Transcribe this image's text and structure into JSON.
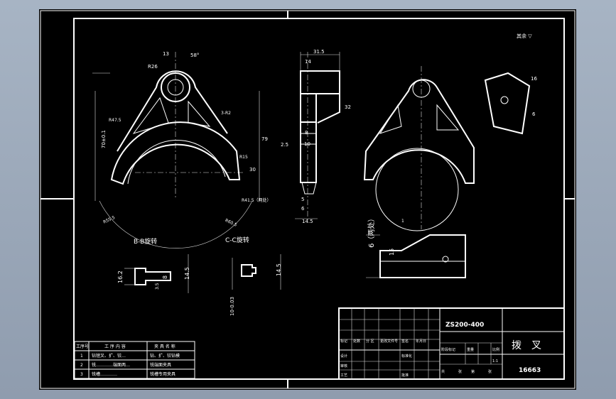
{
  "drawing": {
    "part_name": "拨　叉",
    "drawing_number": "ZS200-400",
    "part_code": "16663",
    "top_right_note": "其余 ▽",
    "view_labels": {
      "section_b": "B-B旋转",
      "section_c": "C-C旋转",
      "two_places": "6（两处）"
    },
    "dimensions": {
      "top_angle": "58°",
      "dim_13": "13",
      "r26": "R26",
      "r47_5": "R47.5",
      "r3_r2": "3-R2",
      "dim_70": "70±0.1",
      "dim_79": "79",
      "r15": "R15",
      "dim_30": "30",
      "r41_5": "R41.5（两处）",
      "r55_5": "R55.5",
      "r60_5": "R60.5",
      "dim_31_5": "31.5",
      "dim_14": "14",
      "dim_32": "32",
      "dim_2_5": "2.5",
      "dim_10": "10",
      "dim_8": "8",
      "dim_5": "5",
      "dim_6": "6",
      "dim_14_5": "14.5",
      "dim_16_2": "16.2",
      "dim_8b": "8",
      "dim_3_5": "3.5",
      "dim_14_5b": "14.5",
      "dim_14_5c": "14.5",
      "dim_10tol": "10-0.03",
      "dim_15": "15",
      "dim_16": "16",
      "dim_6b": "6",
      "dim_1": "1"
    },
    "process_table": {
      "headers": [
        "工序号",
        "工 序 内 容",
        "夹 具 名 称"
      ],
      "rows": [
        [
          "1",
          "钻镗叉、扩、铰…",
          "钻、扩、铰钻模"
        ],
        [
          "2",
          "铣…………端面两…",
          "铣端面夹具"
        ],
        [
          "3",
          "铣槽…………",
          "铣槽专用夹具"
        ]
      ]
    },
    "title_block": {
      "labels": [
        "标记",
        "处数",
        "分 区",
        "更改文件号",
        "签名",
        "年月日"
      ],
      "row2": [
        "设计",
        "",
        "",
        "标准化"
      ],
      "row3": [
        "审核",
        "",
        "",
        ""
      ],
      "row4": [
        "工艺",
        "",
        "",
        "批准"
      ],
      "stage": [
        "阶段标记",
        "重量",
        "比例"
      ],
      "scale": "1:1",
      "sheet": [
        "共",
        "张",
        "第",
        "张"
      ]
    }
  }
}
